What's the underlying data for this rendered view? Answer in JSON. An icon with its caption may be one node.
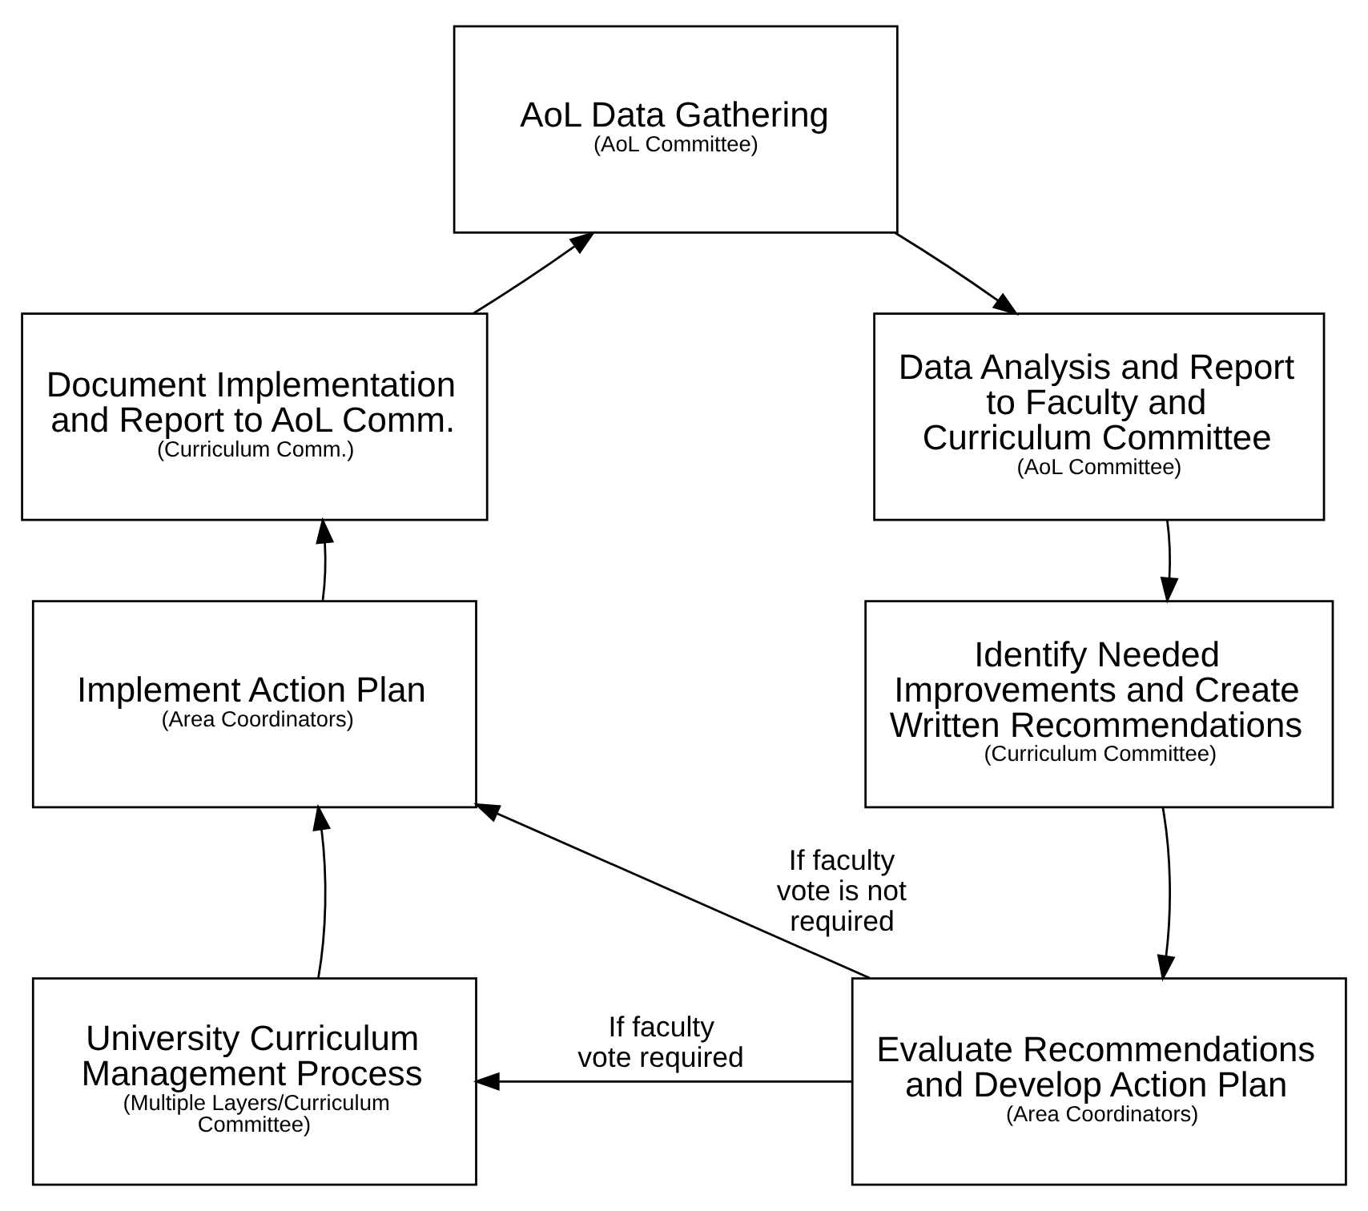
{
  "diagram": {
    "nodes": [
      {
        "text": [
          "AoL Data Gathering",
          "(AoL Committee)"
        ]
      },
      {
        "text": [
          "Document Implementation and Report to AoL Comm.",
          "(Curriculum Comm.)"
        ]
      },
      {
        "text": [
          "Data Analysis and Report to Faculty and Curriculum Committee",
          "(AoL Committee)"
        ]
      },
      {
        "text": [
          "Implement Action Plan",
          "(Area Coordinators)"
        ]
      },
      {
        "text": [
          "Identify Needed Improvements and Create Written Recommendations",
          "(Curriculum Committee)"
        ]
      },
      {
        "text": [
          "University Curriculum Management Process",
          "(Multiple Layers/Curriculum Committee)"
        ]
      },
      {
        "text": [
          "Evaluate Recommendations and Develop Action Plan",
          "(Area Coordinators)"
        ]
      }
    ],
    "edges": [
      {
        "from": 1,
        "to": 0,
        "arrow": "to"
      },
      {
        "from": 0,
        "to": 2,
        "arrow": "to"
      },
      {
        "from": 2,
        "to": 4,
        "arrow": "to"
      },
      {
        "from": 4,
        "to": 6,
        "arrow": "to"
      },
      {
        "from": 6,
        "to": 5,
        "arrow": "to",
        "label": "If faculty vote required"
      },
      {
        "from": 6,
        "to": 3,
        "arrow": "to",
        "label": "If faculty vote is not required"
      },
      {
        "from": 5,
        "to": 3,
        "arrow": "to"
      },
      {
        "from": 3,
        "to": 1,
        "arrow": "to"
      }
    ]
  }
}
